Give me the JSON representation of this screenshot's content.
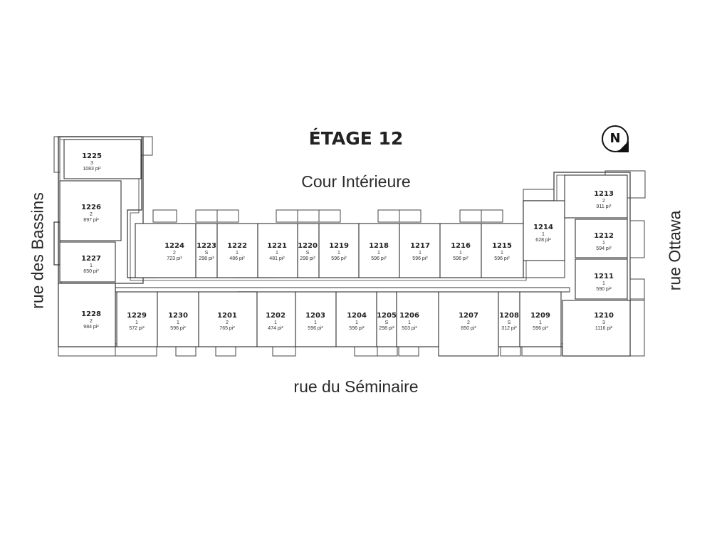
{
  "title": "ÉTAGE 12",
  "compass_label": "N",
  "streets": {
    "court": "Cour Intérieure",
    "south": "rue du Séminaire",
    "west": "rue des Bassins",
    "east": "rue Ottawa"
  },
  "units": [
    {
      "id": "1225",
      "type": "3",
      "area": "1083 pi²"
    },
    {
      "id": "1226",
      "type": "2",
      "area": "897 pi²"
    },
    {
      "id": "1227",
      "type": "1",
      "area": "650 pi²"
    },
    {
      "id": "1228",
      "type": "2",
      "area": "984 pi²"
    },
    {
      "id": "1224",
      "type": "2",
      "area": "723 pi²"
    },
    {
      "id": "1223",
      "type": "S",
      "area": "298 pi²"
    },
    {
      "id": "1222",
      "type": "1",
      "area": "486 pi²"
    },
    {
      "id": "1221",
      "type": "1",
      "area": "481 pi²"
    },
    {
      "id": "1220",
      "type": "S",
      "area": "298 pi²"
    },
    {
      "id": "1219",
      "type": "1",
      "area": "596 pi²"
    },
    {
      "id": "1218",
      "type": "1",
      "area": "596 pi²"
    },
    {
      "id": "1217",
      "type": "1",
      "area": "596 pi²"
    },
    {
      "id": "1216",
      "type": "1",
      "area": "596 pi²"
    },
    {
      "id": "1215",
      "type": "1",
      "area": "596 pi²"
    },
    {
      "id": "1214",
      "type": "1",
      "area": "628 pi²"
    },
    {
      "id": "1213",
      "type": "2",
      "area": "911 pi²"
    },
    {
      "id": "1212",
      "type": "1",
      "area": "594 pi²"
    },
    {
      "id": "1211",
      "type": "1",
      "area": "590 pi²"
    },
    {
      "id": "1210",
      "type": "3",
      "area": "1116 pi²"
    },
    {
      "id": "1229",
      "type": "1",
      "area": "572 pi²"
    },
    {
      "id": "1230",
      "type": "1",
      "area": "596 pi²"
    },
    {
      "id": "1201",
      "type": "2",
      "area": "765 pi²"
    },
    {
      "id": "1202",
      "type": "1",
      "area": "474 pi²"
    },
    {
      "id": "1203",
      "type": "1",
      "area": "596 pi²"
    },
    {
      "id": "1204",
      "type": "1",
      "area": "596 pi²"
    },
    {
      "id": "1205",
      "type": "S",
      "area": "298 pi²"
    },
    {
      "id": "1206",
      "type": "1",
      "area": "503 pi²"
    },
    {
      "id": "1207",
      "type": "2",
      "area": "850 pi²"
    },
    {
      "id": "1208",
      "type": "S",
      "area": "312 pi²"
    },
    {
      "id": "1209",
      "type": "1",
      "area": "596 pi²"
    }
  ]
}
